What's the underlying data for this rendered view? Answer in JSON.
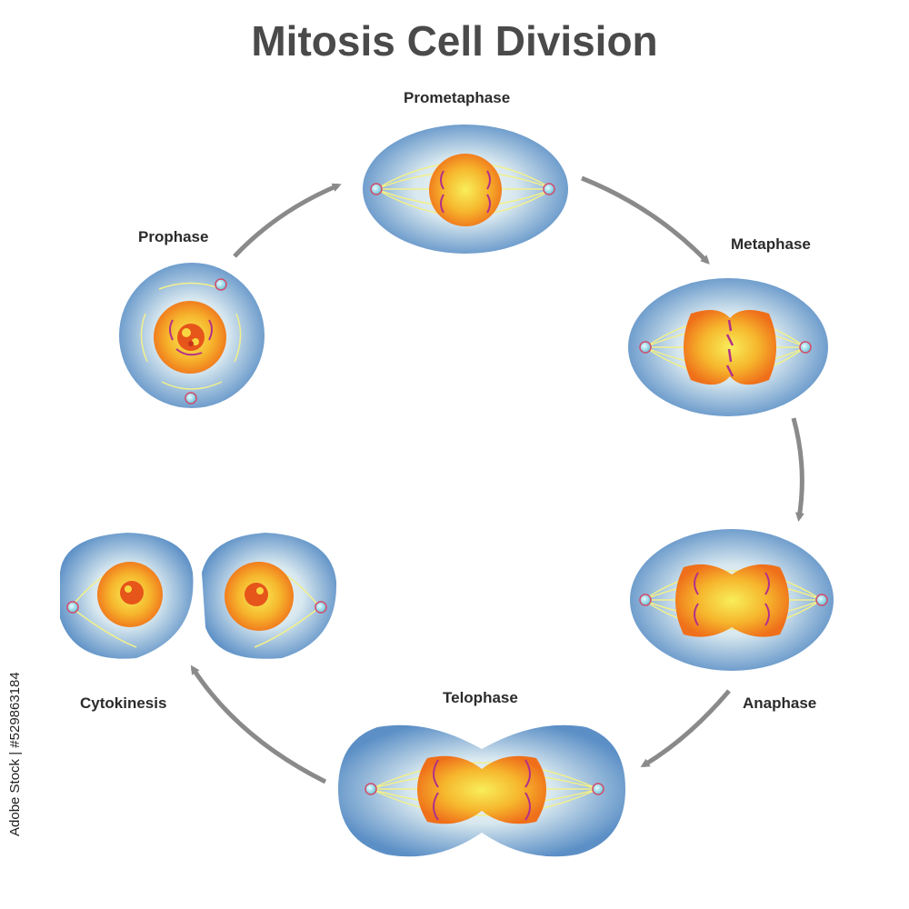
{
  "title": "Mitosis Cell Division",
  "stages": {
    "prophase": "Prophase",
    "prometaphase": "Prometaphase",
    "metaphase": "Metaphase",
    "anaphase": "Anaphase",
    "telophase": "Telophase",
    "cytokinesis": "Cytokinesis"
  },
  "stock_id": "Adobe Stock | #529863184",
  "colors": {
    "cell_edge": "#5b8fc6",
    "cell_center": "#ecf3f6",
    "nucleus_orange": "#f39a1e",
    "nucleus_yellow": "#f8e44a",
    "chromosome": "#b2308a",
    "spindle": "#f2f08a",
    "centrosome": "#8fd3e4",
    "arrow": "#8a8a8a"
  }
}
